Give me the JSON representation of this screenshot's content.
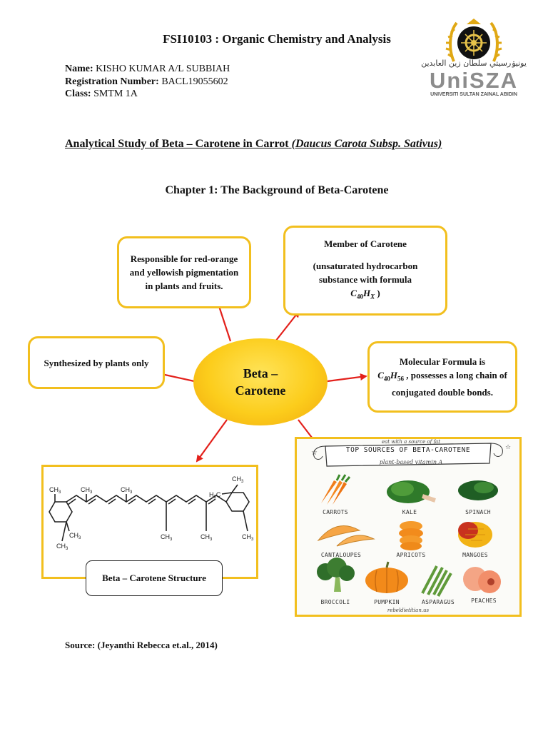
{
  "course_title": "FSI10103 : Organic Chemistry and Analysis",
  "student": {
    "name_label": "Name:",
    "name_value": "KISHO KUMAR A/L SUBBIAH",
    "reg_label": "Registration Number:",
    "reg_value": "BACL19055602",
    "class_label": "Class:",
    "class_value": "SMTM 1A"
  },
  "logo": {
    "text": "UniSZA",
    "subtitle": "UNIVERSITI SULTAN ZAINAL ABIDIN",
    "arabic": "يونيۏرسيتي سلطان زين العابدين"
  },
  "study_title": "Analytical Study of Beta – Carotene in Carrot",
  "study_species": "(Daucus Carota Subsp. Sativus)",
  "chapter_title": "Chapter 1: The Background of Beta-Carotene",
  "mindmap": {
    "center_line1": "Beta –",
    "center_line2": "Carotene",
    "pigment": "Responsible for red-orange and yellowish pigmentation in plants and fruits.",
    "member_title": "Member of Carotene",
    "member_desc": "(unsaturated hydrocarbon substance with formula",
    "member_formula": "C",
    "member_sub1": "40",
    "member_formula2": "H",
    "member_sub2": "X",
    "member_close": ")",
    "synth": "Synthesized by plants only",
    "molecular_prefix": "Molecular Formula is",
    "molecular_c": "C",
    "molecular_c_sub": "40",
    "molecular_h": "H",
    "molecular_h_sub": "56",
    "molecular_rest": ", possesses a long chain of conjugated double bonds.",
    "structure_label": "Beta – Carotene Structure"
  },
  "structure_labels": {
    "ch3": "CH",
    "sub3": "3",
    "h3c": "H",
    "h3c_c": "C"
  },
  "infographic": {
    "banner_top": "eat with a source of fat",
    "banner_main": "TOP SOURCES OF BETA-CAROTENE",
    "banner_sub": "plant-based vitamin A",
    "foods": [
      "CARROTS",
      "KALE",
      "SPINACH",
      "CANTALOUPES",
      "APRICOTS",
      "MANGOES",
      "BROCCOLI",
      "PUMPKIN",
      "ASPARAGUS",
      "PEACHES"
    ],
    "footer": "rebeldietitian.us"
  },
  "source": "Source: (Jeyanthi Rebecca et.al., 2014)"
}
